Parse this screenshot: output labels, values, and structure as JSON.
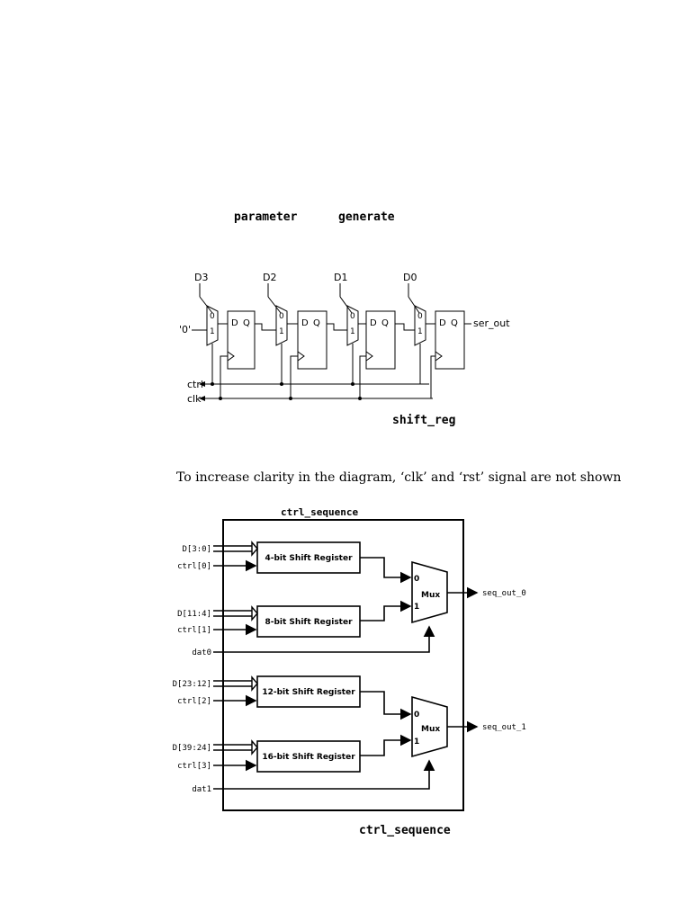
{
  "keywords": {
    "parameter": "parameter",
    "generate": "generate"
  },
  "shift_reg": {
    "caption": "shift_reg",
    "inputs": {
      "d3": "D3",
      "d2": "D2",
      "d1": "D1",
      "d0": "D0",
      "zero": "'0'",
      "ctrl": "ctrl",
      "clk": "clk"
    },
    "output": "ser_out",
    "mux_in0": "0",
    "mux_in1": "1",
    "ff_d": "D",
    "ff_q": "Q"
  },
  "note": "To increase clarity in the diagram, ‘clk’ and ‘rst’ signal are not shown",
  "ctrl_sequence": {
    "title": "ctrl_sequence",
    "caption": "ctrl_sequence",
    "inputs": [
      "D[3:0]",
      "ctrl[0]",
      "D[11:4]",
      "ctrl[1]",
      "dat0",
      "D[23:12]",
      "ctrl[2]",
      "D[39:24]",
      "ctrl[3]",
      "dat1"
    ],
    "registers": [
      "4-bit Shift Register",
      "8-bit Shift Register",
      "12-bit Shift Register",
      "16-bit Shift Register"
    ],
    "mux_label": "Mux",
    "mux_in0": "0",
    "mux_in1": "1",
    "outputs": [
      "seq_out_0",
      "seq_out_1"
    ]
  }
}
